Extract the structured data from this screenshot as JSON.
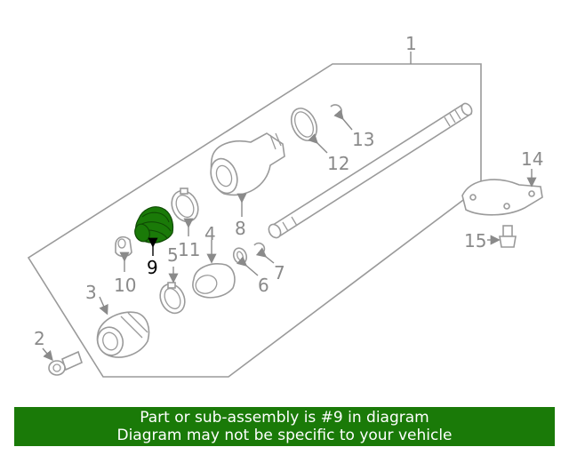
{
  "callouts": {
    "c1": "1",
    "c2": "2",
    "c3": "3",
    "c4": "4",
    "c5": "5",
    "c6": "6",
    "c7": "7",
    "c8": "8",
    "c9": "9",
    "c10": "10",
    "c11": "11",
    "c12": "12",
    "c13": "13",
    "c14": "14",
    "c15": "15"
  },
  "highlight_color": "#1a7a08",
  "banner": {
    "line1": "Part or sub-assembly is #9 in diagram",
    "line2": "Diagram may not be specific to your vehicle"
  }
}
